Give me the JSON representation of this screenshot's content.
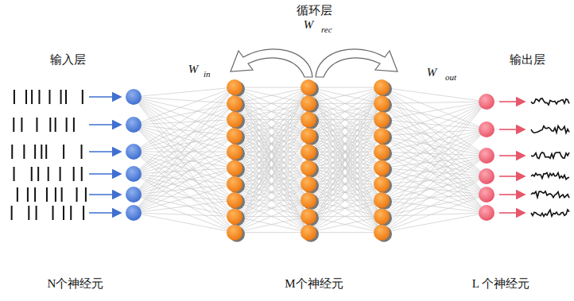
{
  "diagram": {
    "labels": [
      "循环层",
      "W",
      "rec",
      "输入层",
      "W",
      "in",
      "W",
      "out",
      "输出层",
      "N个神经元",
      "M个神经元",
      "L 个神经元"
    ]
  }
}
